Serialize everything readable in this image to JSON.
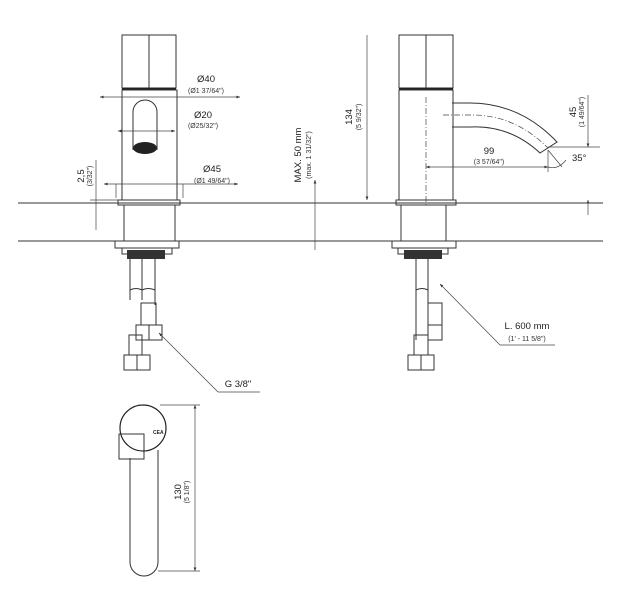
{
  "front_view": {
    "dia40": "Ø40",
    "dia40_in": "(Ø1 37/64\")",
    "dia20": "Ø20",
    "dia20_in": "(Ø25/32\")",
    "dia45": "Ø45",
    "dia45_in": "(Ø1 49/64\")",
    "h25": "2,5",
    "h25_in": "(3/32\")",
    "thread": "G 3/8\""
  },
  "side_view": {
    "h134": "134",
    "h134_in": "(5 9/32\")",
    "max50": "MAX. 50 mm",
    "max50_in": "(max. 1 31/32\")",
    "h45": "45",
    "h45_in": "(1 49/64\")",
    "reach99": "99",
    "reach99_in": "(3 57/64\")",
    "angle": "35°",
    "hose": "L. 600 mm",
    "hose_in": "(1' - 11 5/8\")"
  },
  "plan_view": {
    "len130": "130",
    "len130_in": "(5 1/8\")",
    "logo": "CEA"
  }
}
